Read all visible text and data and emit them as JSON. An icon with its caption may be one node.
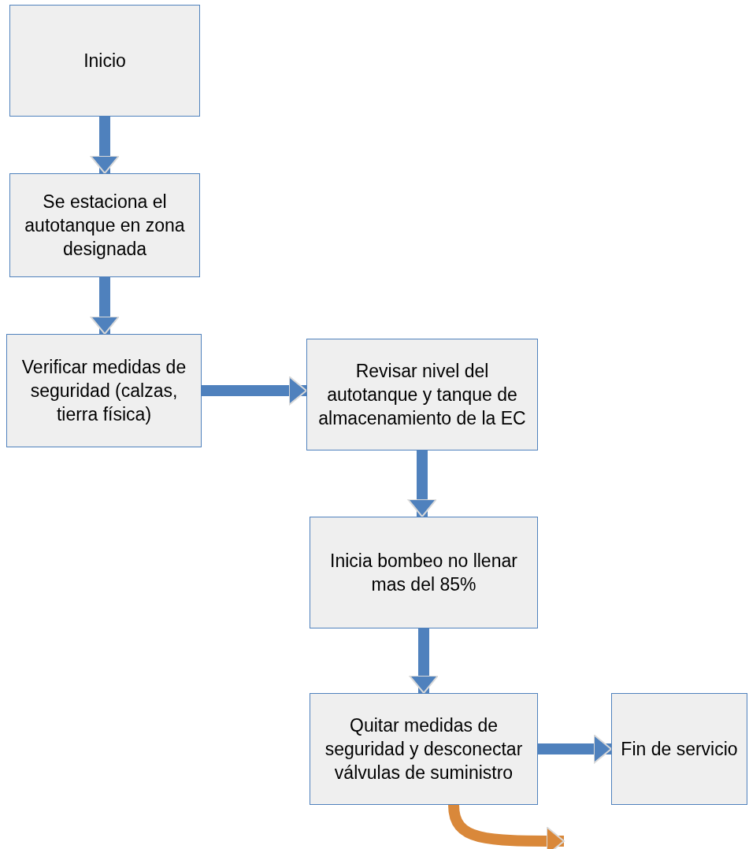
{
  "diagram": {
    "nodes": [
      {
        "text": [
          "Inicio"
        ]
      },
      {
        "text": [
          "Se estaciona el autotanque en zona designada"
        ]
      },
      {
        "text": [
          "Verificar medidas de seguridad (calzas, tierra física)"
        ]
      },
      {
        "text": [
          "Revisar nivel del autotanque y tanque de almacenamiento de la EC"
        ]
      },
      {
        "text": [
          "Inicia bombeo no llenar mas del 85%"
        ]
      },
      {
        "text": [
          "Quitar medidas de seguridad y desconectar válvulas de suministro"
        ]
      },
      {
        "text": [
          "Fin de servicio"
        ]
      }
    ],
    "edges": [
      {
        "from": 0,
        "to": 1,
        "arrow": "to"
      },
      {
        "from": 1,
        "to": 2,
        "arrow": "to"
      },
      {
        "from": 2,
        "to": 3,
        "arrow": "to"
      },
      {
        "from": 3,
        "to": 4,
        "arrow": "to"
      },
      {
        "from": 4,
        "to": 5,
        "arrow": "to"
      },
      {
        "from": 5,
        "to": 6,
        "arrow": "to"
      },
      {
        "from": 5,
        "to": null,
        "arrow": "to",
        "color": "#d9883a"
      }
    ]
  }
}
